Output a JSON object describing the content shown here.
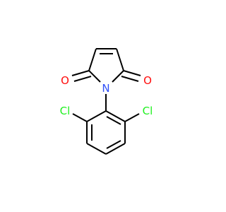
{
  "molecule": {
    "atoms": {
      "o_left": {
        "symbol": "O",
        "color": "#ff0d0d"
      },
      "o_right": {
        "symbol": "O",
        "color": "#ff0d0d"
      },
      "n": {
        "symbol": "N",
        "color": "#3050f8"
      },
      "cl_left": {
        "symbol": "Cl",
        "color": "#1ff01f"
      },
      "cl_right": {
        "symbol": "Cl",
        "color": "#1ff01f"
      }
    },
    "bond_color": "#000000",
    "background": "#ffffff"
  }
}
